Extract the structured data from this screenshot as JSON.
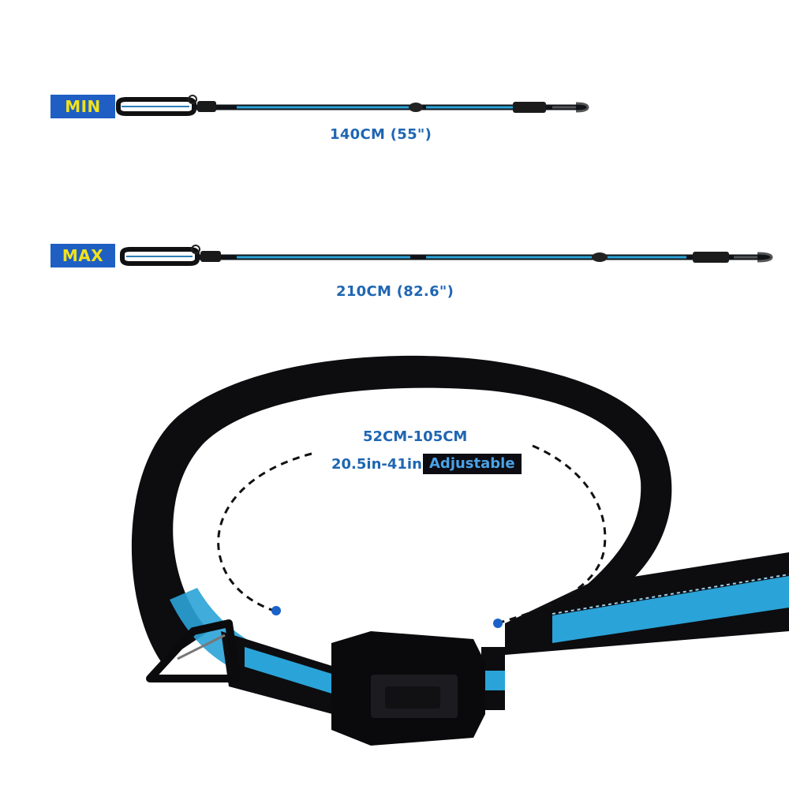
{
  "colors": {
    "badge_bg": "#1f5fc4",
    "badge_text": "#f2e21a",
    "label_blue": "#1f66b2",
    "strap_black": "#0d0d10",
    "strap_blue": "#2aa3d8",
    "adjustable_bg": "#0c0c12",
    "adjustable_text": "#4aa3e6"
  },
  "min": {
    "badge": "MIN",
    "length": "140CM (55\")"
  },
  "max": {
    "badge": "MAX",
    "length": "210CM (82.6\")"
  },
  "belt": {
    "range_cm": "52CM-105CM",
    "range_in": "20.5in-41in",
    "adjustable": "Adjustable"
  }
}
